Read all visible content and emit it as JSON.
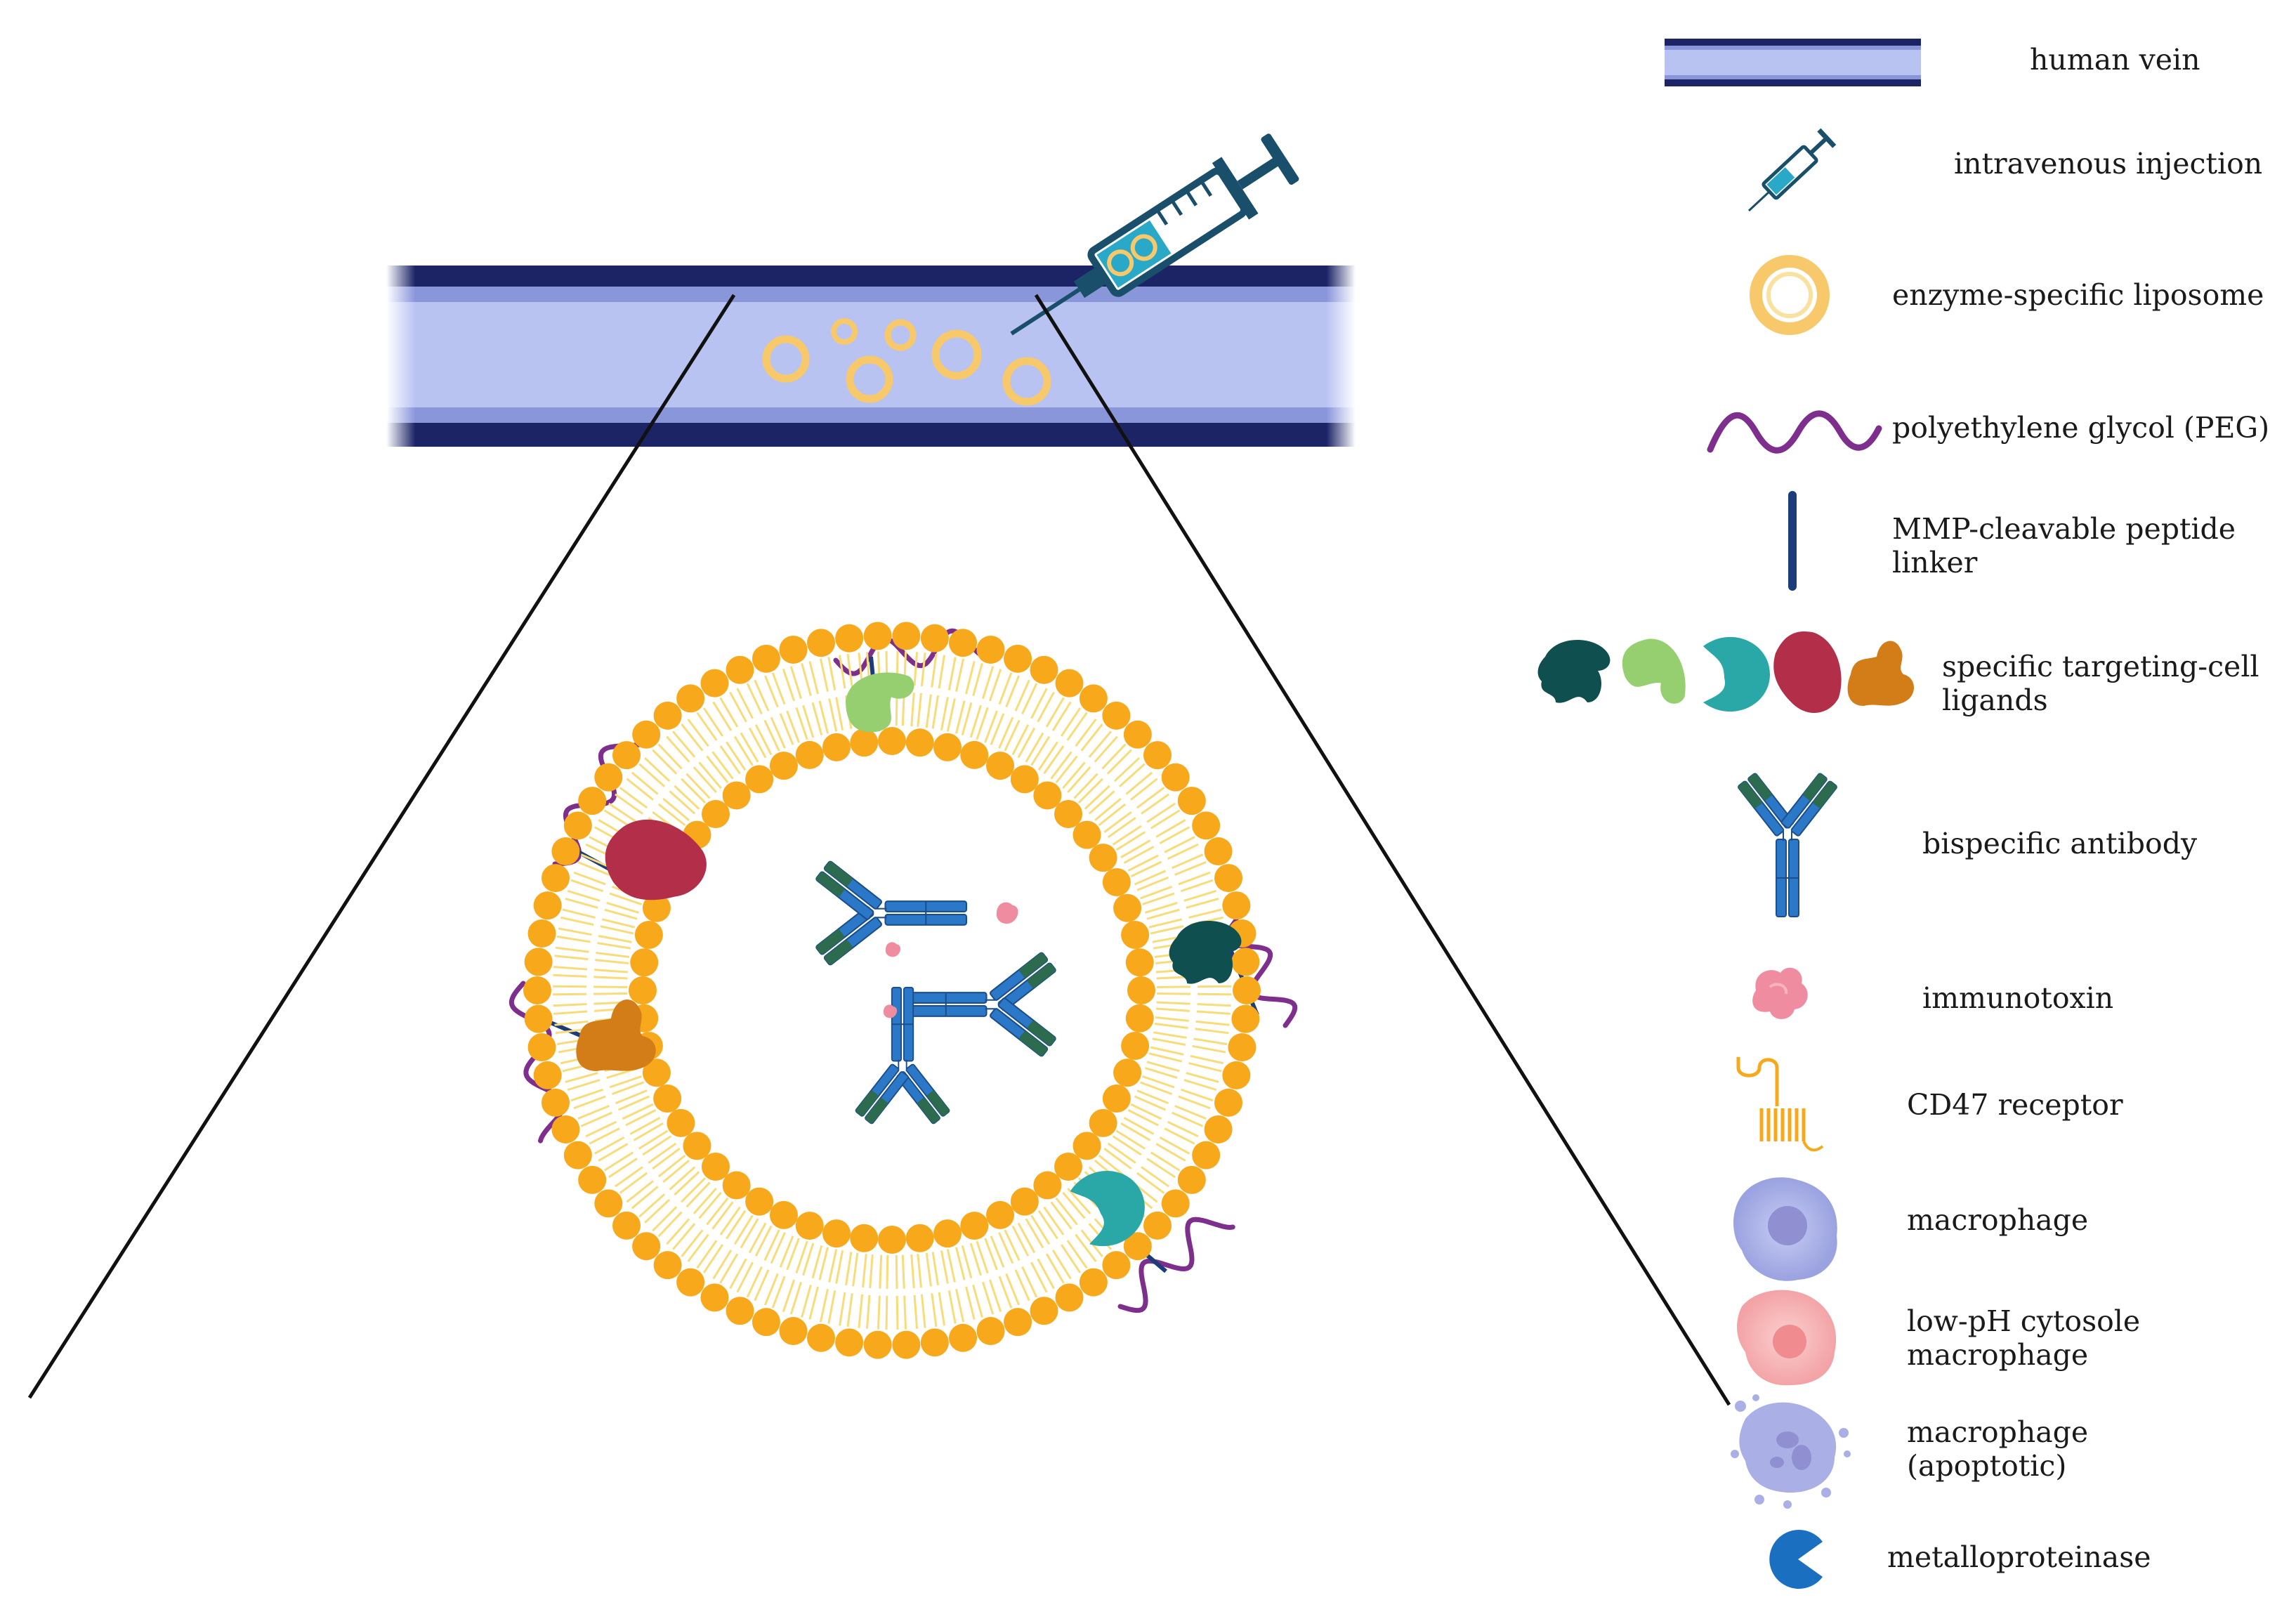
{
  "legend": {
    "human_vein": "human vein",
    "intravenous_injection": "intravenous injection",
    "liposome": "enzyme-specific liposome",
    "peg": "polyethylene glycol (PEG)",
    "linker_1": "MMP-cleavable peptide",
    "linker_2": "linker",
    "ligands_1": "specific targeting-cell",
    "ligands_2": "ligands",
    "bispecific_antibody": "bispecific antibody",
    "immunotoxin": "immunotoxin",
    "cd47": "CD47 receptor",
    "macrophage": "macrophage",
    "lowph_1": "low-pH cytosole",
    "lowph_2": "macrophage",
    "apoptotic_1": "macrophage",
    "apoptotic_2": "(apoptotic)",
    "mmp": "metalloproteinase"
  },
  "colors": {
    "vein_dark": "#1c2466",
    "vein_light": "#b9c3f2",
    "liposome_ring": "#f7c96a",
    "lipid_head": "#f7a81b",
    "lipid_tail": "#f8dc7a",
    "peg": "#7e2f8e",
    "linker": "#1c3d7a",
    "ligand_dark_teal": "#0f4f4f",
    "ligand_light_green": "#96cf70",
    "ligand_teal": "#2aa8a8",
    "ligand_red": "#b32e48",
    "ligand_orange": "#d37d19",
    "antibody_blue": "#2c78c8",
    "antibody_green": "#2d6b4f",
    "immunotoxin": "#f08ca0",
    "macrophage": "#aab0e6",
    "lowph_macrophage": "#f8b8b8",
    "mmp": "#1a6fc0",
    "syringe": "#1a4f6b"
  }
}
